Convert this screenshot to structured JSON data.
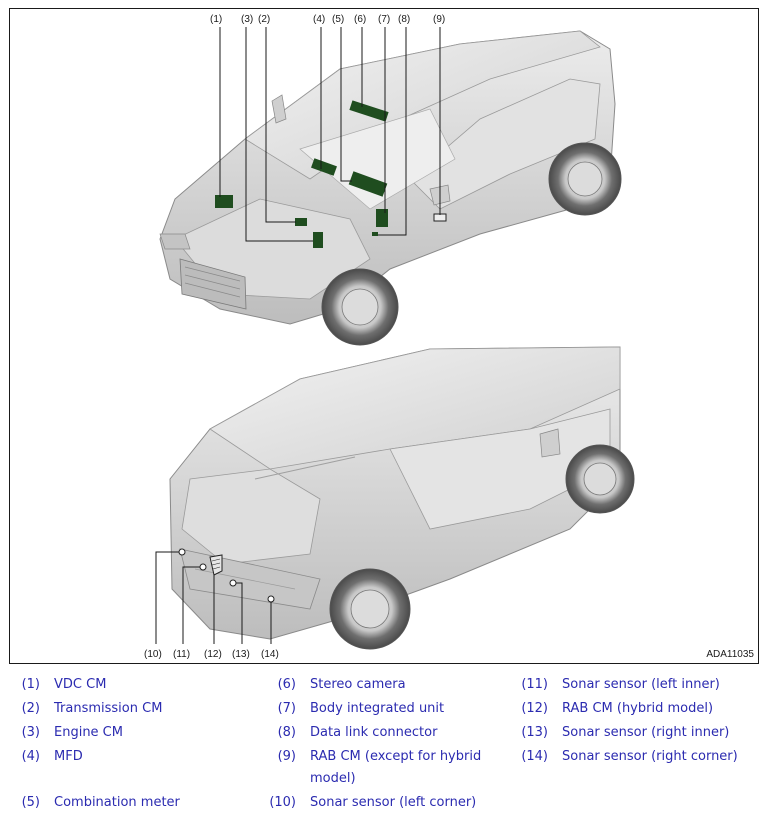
{
  "figure_id": "ADA11035",
  "callouts": {
    "c1": "(1)",
    "c2": "(2)",
    "c3": "(3)",
    "c4": "(4)",
    "c5": "(5)",
    "c6": "(6)",
    "c7": "(7)",
    "c8": "(8)",
    "c9": "(9)",
    "c10": "(10)",
    "c11": "(11)",
    "c12": "(12)",
    "c13": "(13)",
    "c14": "(14)"
  },
  "legend": [
    {
      "num": "(1)",
      "label": "VDC CM"
    },
    {
      "num": "(2)",
      "label": "Transmission CM"
    },
    {
      "num": "(3)",
      "label": "Engine CM"
    },
    {
      "num": "(4)",
      "label": "MFD"
    },
    {
      "num": "(5)",
      "label": "Combination meter"
    },
    {
      "num": "(6)",
      "label": "Stereo camera"
    },
    {
      "num": "(7)",
      "label": "Body integrated unit"
    },
    {
      "num": "(8)",
      "label": "Data link connector"
    },
    {
      "num": "(9)",
      "label": "RAB CM (except for hybrid model)"
    },
    {
      "num": "(10)",
      "label": "Sonar sensor (left corner)"
    },
    {
      "num": "(11)",
      "label": "Sonar sensor (left inner)"
    },
    {
      "num": "(12)",
      "label": "RAB CM (hybrid model)"
    },
    {
      "num": "(13)",
      "label": "Sonar sensor (right inner)"
    },
    {
      "num": "(14)",
      "label": "Sonar sensor (right corner)"
    }
  ],
  "colors": {
    "legend_text": "#2b2bb0",
    "module_green": "#1f4d1f",
    "car_body": "#d4d4d4",
    "car_outline": "#8a8a8a"
  }
}
